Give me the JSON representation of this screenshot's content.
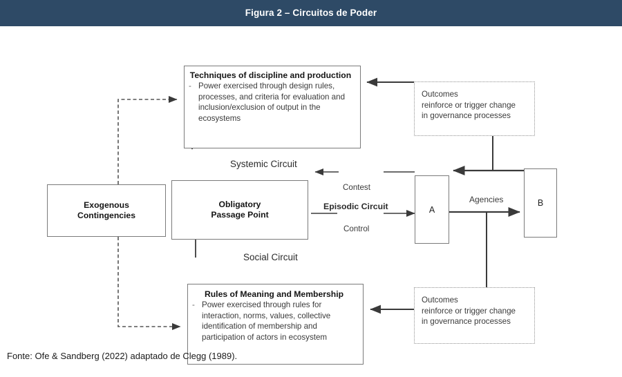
{
  "header": {
    "title": "Figura 2 – Circuitos de Poder",
    "bar_color": "#2e4a66",
    "text_color": "#ffffff"
  },
  "caption": "Fonte: Ofe & Sandberg (2022) adaptado de Clegg (1989).",
  "diagram": {
    "type": "flow-diagram",
    "nodes": {
      "techniques": {
        "title": "Techniques of discipline and production",
        "bullet": "-",
        "body": "Power exercised through design rules, processes,  and criteria for evaluation and inclusion/exclusion of output in the ecosystems",
        "border": "solid"
      },
      "outcomes_top": {
        "line1": "Outcomes",
        "line2": "reinforce or trigger change",
        "line3": "in governance processes",
        "border": "dotted"
      },
      "exogenous": {
        "line1": "Exogenous",
        "line2": "Contingencies",
        "border": "solid"
      },
      "obligatory_passage_point": {
        "line1": "Obligatory",
        "line2": "Passage Point",
        "border": "solid"
      },
      "agency_a": {
        "label": "A",
        "border": "solid"
      },
      "agency_b": {
        "label": "B",
        "border": "solid"
      },
      "rules": {
        "title": "Rules of Meaning and Membership",
        "bullet": "-",
        "body": "Power exercised through  rules for interaction, norms, values, collective identification of  membership  and participation of actors in ecosystem",
        "border": "solid"
      },
      "outcomes_bottom": {
        "line1": "Outcomes",
        "line2": "reinforce or trigger  change",
        "line3": "in governance  processes",
        "border": "dotted"
      }
    },
    "labels": {
      "systemic_circuit": "Systemic Circuit",
      "social_circuit": "Social Circuit",
      "episodic_circuit": "Episodic Circuit",
      "contest": "Contest",
      "control": "Control",
      "agencies": "Agencies"
    },
    "edge_color": "#3a3a3a",
    "dashed_edge_color": "#555555"
  }
}
